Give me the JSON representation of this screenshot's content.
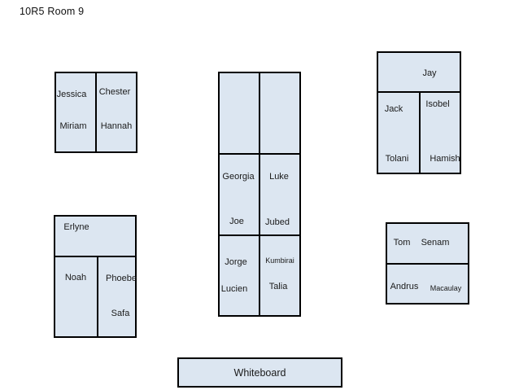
{
  "title": "10R5 Room 9",
  "colors": {
    "background": "#ffffff",
    "table_fill": "#dce6f1",
    "table_border": "#000000",
    "text": "#1a1a1a"
  },
  "tables": {
    "back_left": {
      "seats": {
        "jessica": "Jessica",
        "chester": "Chester",
        "miriam": "Miriam",
        "hannah": "Hannah"
      }
    },
    "back_right": {
      "seats": {
        "jay": "Jay",
        "jack": "Jack",
        "isobel": "Isobel",
        "tolani": "Tolani",
        "hamish": "Hamish"
      }
    },
    "middle": {
      "seats": {
        "georgia": "Georgia",
        "luke": "Luke",
        "joe": "Joe",
        "jubed": "Jubed",
        "jorge": "Jorge",
        "kumbirai": "Kumbirai",
        "lucien": "Lucien",
        "talia": "Talia"
      }
    },
    "front_left": {
      "seats": {
        "erlyne": "Erlyne",
        "noah": "Noah",
        "phoebe": "Phoebe",
        "safa": "Safa"
      }
    },
    "front_right": {
      "seats": {
        "tom": "Tom",
        "senam": "Senam",
        "andrus": "Andrus",
        "macaulay": "Macaulay"
      }
    }
  },
  "whiteboard": {
    "label": "Whiteboard"
  }
}
